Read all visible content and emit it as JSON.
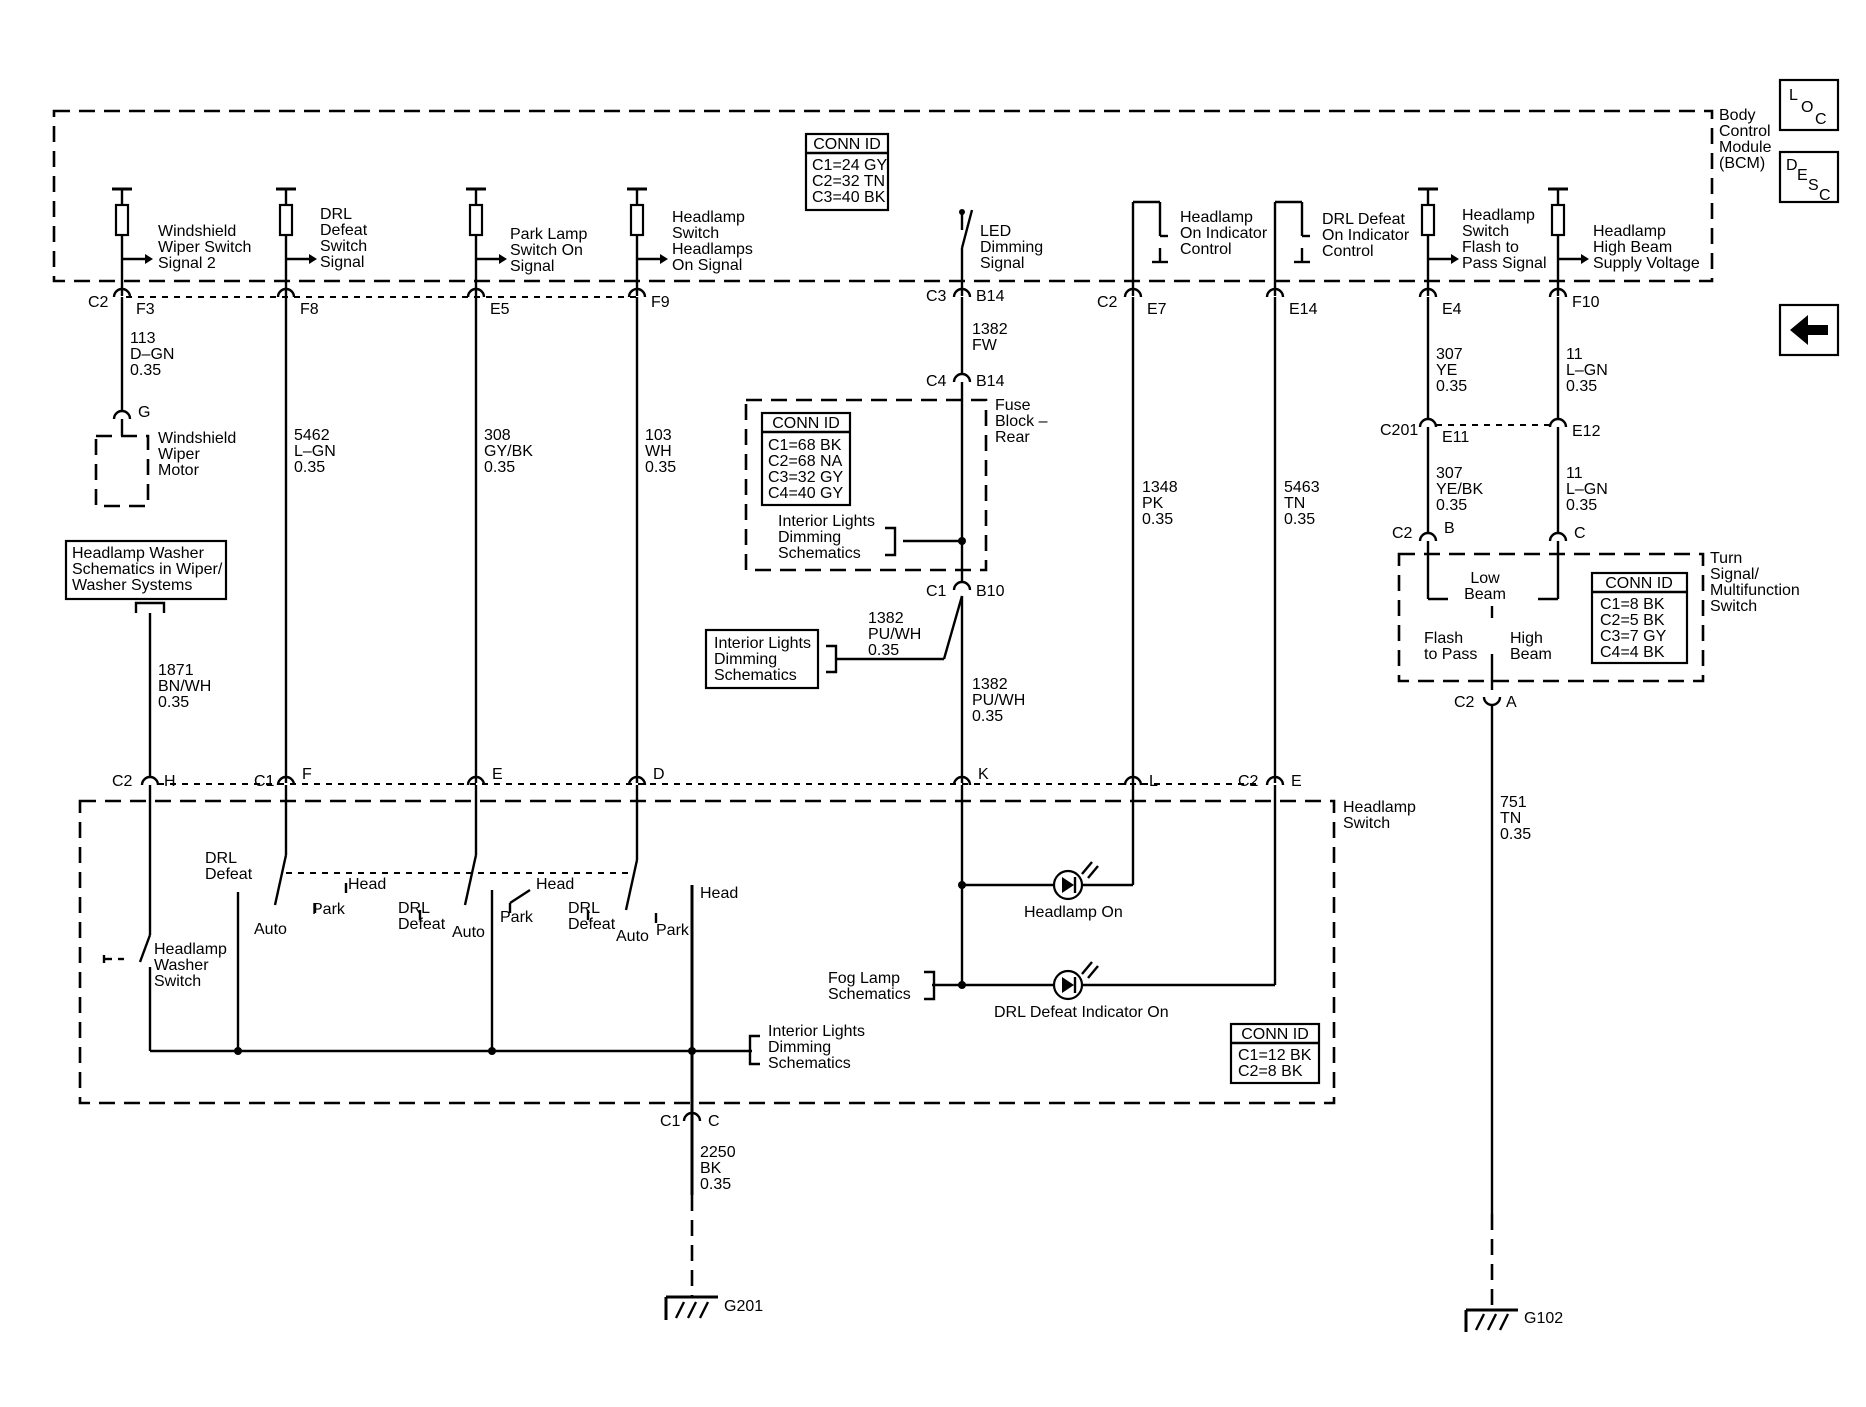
{
  "bcm": {
    "label": [
      "Body",
      "Control",
      "Module",
      "(BCM)"
    ],
    "conn_id": {
      "title": "CONN ID",
      "rows": [
        "C1=24 GY",
        "C2=32 TN",
        "C3=40 BK"
      ]
    },
    "signals": {
      "wiper": [
        "Windshield",
        "Wiper Switch",
        "Signal 2"
      ],
      "drl": [
        "DRL",
        "Defeat",
        "Switch",
        "Signal"
      ],
      "park": [
        "Park Lamp",
        "Switch On",
        "Signal"
      ],
      "head": [
        "Headlamp",
        "Switch",
        "Headlamps",
        "On Signal"
      ],
      "led": [
        "LED",
        "Dimming",
        "Signal"
      ],
      "headind": [
        "Headlamp",
        "On Indicator",
        "Control"
      ],
      "drlind": [
        "DRL Defeat",
        "On Indicator",
        "Control"
      ],
      "flash": [
        "Headlamp",
        "Switch",
        "Flash to",
        "Pass Signal"
      ],
      "highbeam": [
        "Headlamp",
        "High Beam",
        "Supply Voltage"
      ]
    },
    "pins": {
      "wiper": [
        "C2",
        "F3"
      ],
      "drl": [
        "F8"
      ],
      "park": [
        "E5"
      ],
      "head": [
        "F9"
      ],
      "led": [
        "C3",
        "B14"
      ],
      "headind": [
        "C2",
        "E7"
      ],
      "drlind": [
        "E14"
      ],
      "flash": [
        "E4"
      ],
      "highbeam": [
        "F10"
      ]
    }
  },
  "wires": {
    "w113": [
      "113",
      "D–GN",
      "0.35"
    ],
    "w5462": [
      "5462",
      "L–GN",
      "0.35"
    ],
    "w308": [
      "308",
      "GY/BK",
      "0.35"
    ],
    "w103": [
      "103",
      "WH",
      "0.35"
    ],
    "w1382a": [
      "1382",
      "FW"
    ],
    "w1382b": [
      "1382",
      "PU/WH",
      "0.35"
    ],
    "w1382c": [
      "1382",
      "PU/WH",
      "0.35"
    ],
    "w1348": [
      "1348",
      "PK",
      "0.35"
    ],
    "w5463": [
      "5463",
      "TN",
      "0.35"
    ],
    "w307a": [
      "307",
      "YE",
      "0.35"
    ],
    "w11a": [
      "11",
      "L–GN",
      "0.35"
    ],
    "w307b": [
      "307",
      "YE/BK",
      "0.35"
    ],
    "w11b": [
      "11",
      "L–GN",
      "0.35"
    ],
    "w1871": [
      "1871",
      "BN/WH",
      "0.35"
    ],
    "w751": [
      "751",
      "TN",
      "0.35"
    ],
    "w2250": [
      "2250",
      "BK",
      "0.35"
    ]
  },
  "wiper_motor": {
    "label": [
      "Windshield",
      "Wiper",
      "Motor"
    ],
    "pin": "G"
  },
  "fuse_block": {
    "label": [
      "Fuse",
      "Block –",
      "Rear"
    ],
    "conn_id": {
      "title": "CONN ID",
      "rows": [
        "C1=68 BK",
        "C2=68 NA",
        "C3=32 GY",
        "C4=40 GY"
      ]
    },
    "c4": [
      "C4",
      "B14"
    ],
    "c1": [
      "C1",
      "B10"
    ],
    "ref": [
      "Interior Lights",
      "Dimming",
      "Schematics"
    ]
  },
  "interior_ref_left": [
    "Interior Lights",
    "Dimming",
    "Schematics"
  ],
  "c201": [
    "C201",
    "E11",
    "E12"
  ],
  "turn_switch": {
    "label": [
      "Turn",
      "Signal/",
      "Multifunction",
      "Switch"
    ],
    "conn_id": {
      "title": "CONN ID",
      "rows": [
        "C1=8 BK",
        "C2=5 BK",
        "C3=7 GY",
        "C4=4 BK"
      ]
    },
    "pins_top": [
      "C2",
      "B",
      "C"
    ],
    "pin_bottom": [
      "C2",
      "A"
    ],
    "low_beam": [
      "Low",
      "Beam"
    ],
    "flash": [
      "Flash",
      "to Pass"
    ],
    "high": [
      "High",
      "Beam"
    ]
  },
  "washer_ref": [
    "Headlamp Washer",
    "Schematics in Wiper/",
    "Washer Systems"
  ],
  "headlamp_switch": {
    "label": [
      "Headlamp",
      "Switch"
    ],
    "pins": {
      "h": [
        "C2",
        "H"
      ],
      "f": [
        "C1",
        "F"
      ],
      "e": "E",
      "d": "D",
      "k": "K",
      "l": "L",
      "e2": [
        "C2",
        "E"
      ]
    },
    "drl_defeat_top": [
      "DRL",
      "Defeat"
    ],
    "sw1": {
      "auto": "Auto",
      "park": "Park",
      "head": "Head"
    },
    "sw2": {
      "drl": [
        "DRL",
        "Defeat"
      ],
      "auto": "Auto",
      "park": "Park",
      "head": "Head"
    },
    "sw3": {
      "drl": [
        "DRL",
        "Defeat"
      ],
      "auto": "Auto",
      "park": "Park"
    },
    "head4": "Head",
    "washer_switch": [
      "Headlamp",
      "Washer",
      "Switch"
    ],
    "headlamp_on": "Headlamp On",
    "drl_on": "DRL Defeat Indicator On",
    "fog_ref": [
      "Fog Lamp",
      "Schematics"
    ],
    "interior_ref": [
      "Interior Lights",
      "Dimming",
      "Schematics"
    ],
    "conn_id": {
      "title": "CONN ID",
      "rows": [
        "C1=12 BK",
        "C2=8 BK"
      ]
    },
    "bottom_pin": [
      "C1",
      "C"
    ]
  },
  "grounds": {
    "g201": "G201",
    "g102": "G102"
  },
  "nav": {
    "loc": [
      "L",
      "O",
      "C"
    ],
    "desc": [
      "D",
      "E",
      "S",
      "C"
    ],
    "back": "←"
  }
}
